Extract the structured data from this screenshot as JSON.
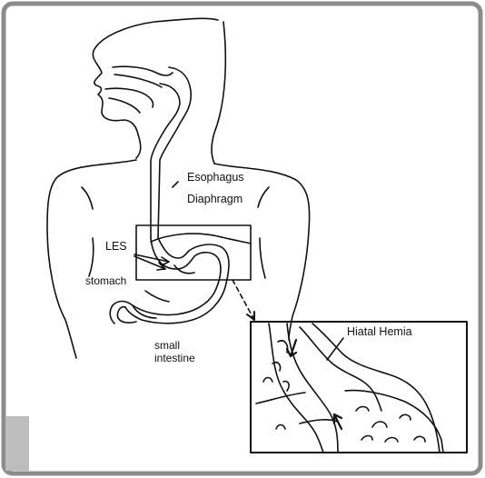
{
  "labels": {
    "esophagus": "Esophagus",
    "diaphragm": "Diaphragm",
    "les": "LES",
    "stomach": "stomach",
    "small_intestine_line1": "small",
    "small_intestine_line2": "intestine",
    "hiatal_hernia": "Hiatal Hemia"
  },
  "colors": {
    "frame_border": "#8c8c8c",
    "line": "#111111",
    "background": "#ffffff"
  }
}
